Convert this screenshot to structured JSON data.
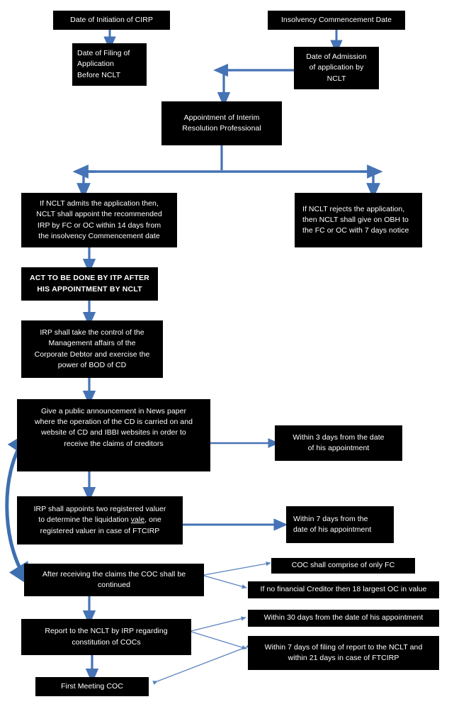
{
  "diagram": {
    "title": "CIRP Process Flowchart",
    "theme": {
      "node_fill": "#000000",
      "node_text": "#ffffff",
      "thick_arrow": "#4573B5",
      "thin_arrow": "#5B84BE",
      "background": "#ffffff"
    }
  },
  "nodes": {
    "date_initiation_cirp": {
      "lines": [
        "Date of Initiation of CIRP"
      ]
    },
    "date_filing_application": {
      "lines": [
        "Date of Filing of",
        "Application",
        "Before NCLT"
      ]
    },
    "insolvency_commencement_date": {
      "lines": [
        "Insolvency Commencement Date"
      ]
    },
    "date_admission_application": {
      "lines": [
        "Date of Admission",
        "of application by",
        "NCLT"
      ]
    },
    "appointment_irp": {
      "lines": [
        "Appointment of Interim",
        "Resolution Professional"
      ]
    },
    "nclt_admits": {
      "lines": [
        "If NCLT admits the application then,",
        "NCLT shall appoint the recommended",
        "IRP by FC or OC within 14 days from",
        "the insolvency Commencement date"
      ]
    },
    "nclt_rejects": {
      "lines": [
        "If NCLT rejects the application,",
        "then NCLT shall give on OBH to",
        "the FC or OC with 7 days notice"
      ]
    },
    "act_to_be_done": {
      "lines": [
        "ACT TO BE DONE BY ITP AFTER",
        "HIS APPOINTMENT BY NCLT"
      ]
    },
    "irp_control_management": {
      "lines": [
        "IRP shall take the control of the",
        "Management affairs of the",
        "Corporate Debtor and exercise the",
        "power of BOD of CD"
      ]
    },
    "public_announcement": {
      "lines": [
        "Give a public announcement in News paper",
        "where the operation of the CD is carried on and",
        "website of CD and IBBI websites in order to",
        "receive the claims of creditors"
      ]
    },
    "within_3_days": {
      "lines": [
        "Within 3 days from the date",
        "of his appointment"
      ]
    },
    "irp_registered_valuer": {
      "lines_rich": [
        {
          "parts": [
            {
              "t": "IRP shall appoints two registered valuer"
            }
          ]
        },
        {
          "parts": [
            {
              "t": "to determine the liquidation "
            },
            {
              "t": "vale",
              "spell": true
            },
            {
              "t": ", one"
            }
          ]
        },
        {
          "parts": [
            {
              "t": "registered valuer in case of FTCIRP"
            }
          ]
        }
      ]
    },
    "within_7_days_appointment": {
      "lines": [
        "Within 7 days from the",
        "date of his appointment"
      ]
    },
    "after_receiving_claims": {
      "lines": [
        "After receiving the claims the COC shall be",
        "continued"
      ]
    },
    "coc_only_fc": {
      "lines": [
        "COC shall comprise of only FC"
      ]
    },
    "no_financial_creditor": {
      "lines": [
        "If no financial Creditor then 18 largest  OC in value"
      ]
    },
    "within_30_days": {
      "lines": [
        "Within 30 days from the date of his appointment"
      ]
    },
    "report_to_nclt": {
      "lines": [
        "Report to the NCLT by IRP regarding",
        "constitution of COCs"
      ]
    },
    "within_7_days_report": {
      "lines": [
        "Within 7 days of filing of report to the NCLT and",
        "within 21 days in case of FTCIRP"
      ]
    },
    "first_meeting_coc": {
      "lines": [
        "First Meeting COC"
      ]
    }
  }
}
